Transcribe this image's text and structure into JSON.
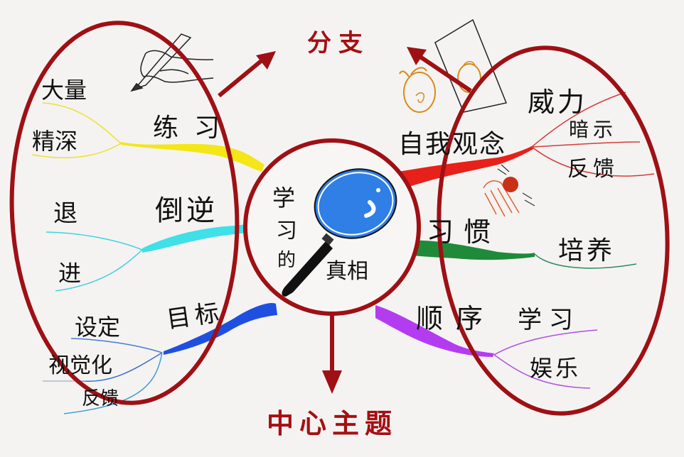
{
  "diagram": {
    "type": "mind-map",
    "style": "hand-drawn",
    "colors": {
      "background": "#f4f3f2",
      "outline": "#9e1014",
      "yellow": "#f5e617",
      "cyan": "#3fe0e8",
      "blue": "#1f4fe0",
      "red": "#e8201a",
      "green": "#1f8a3a",
      "purple": "#b43cf0",
      "lens": "#2f7fe6"
    },
    "labels": {
      "branch": "分支",
      "central_topic": "中心主题"
    },
    "center": {
      "text_part1": "学",
      "text_part2": "习",
      "text_part3": "的",
      "text_part4": "真相",
      "icon": "magnifying-glass"
    },
    "left_branches": [
      {
        "label": "练习",
        "color": "yellow",
        "children": [
          "大量",
          "精深"
        ],
        "icon": "hand-writing-pen"
      },
      {
        "label": "倒逆",
        "color": "cyan",
        "children": [
          "退",
          "进"
        ]
      },
      {
        "label": "目标",
        "color": "blue",
        "children": [
          "设定",
          "视觉化",
          "反馈"
        ]
      }
    ],
    "right_branches": [
      {
        "label": "自我观念",
        "color": "red",
        "children": [
          "威力",
          "暗示",
          "反馈"
        ],
        "icon": "face-in-mirror"
      },
      {
        "label": "习惯",
        "color": "green",
        "children": [
          "培养"
        ],
        "icon": "hand-throwing-ball"
      },
      {
        "label": "顺序",
        "color": "purple",
        "children": [
          "学习",
          "娱乐"
        ]
      }
    ]
  }
}
